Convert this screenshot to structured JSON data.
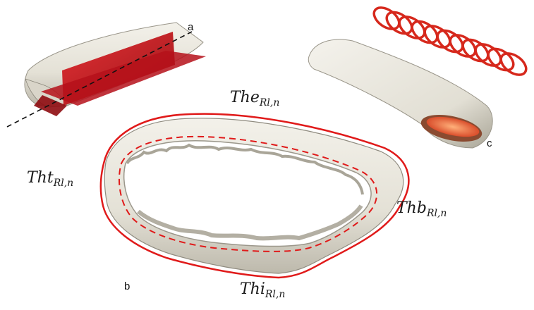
{
  "panels": {
    "a": "a",
    "b": "b",
    "c": "c"
  },
  "labels": {
    "the": {
      "main": "The",
      "sub": "Rl,n"
    },
    "tht": {
      "main": "Tht",
      "sub": "Rl,n"
    },
    "thb": {
      "main": "Thb",
      "sub": "Rl,n"
    },
    "thi": {
      "main": "Thi",
      "sub": "Rl,n"
    }
  },
  "colors": {
    "bone": "#e9e6dc",
    "bone_shadow": "#b9b5a8",
    "section_red": "#c8141c",
    "outline_red": "#e01a1a",
    "text": "#1a1a1a"
  }
}
